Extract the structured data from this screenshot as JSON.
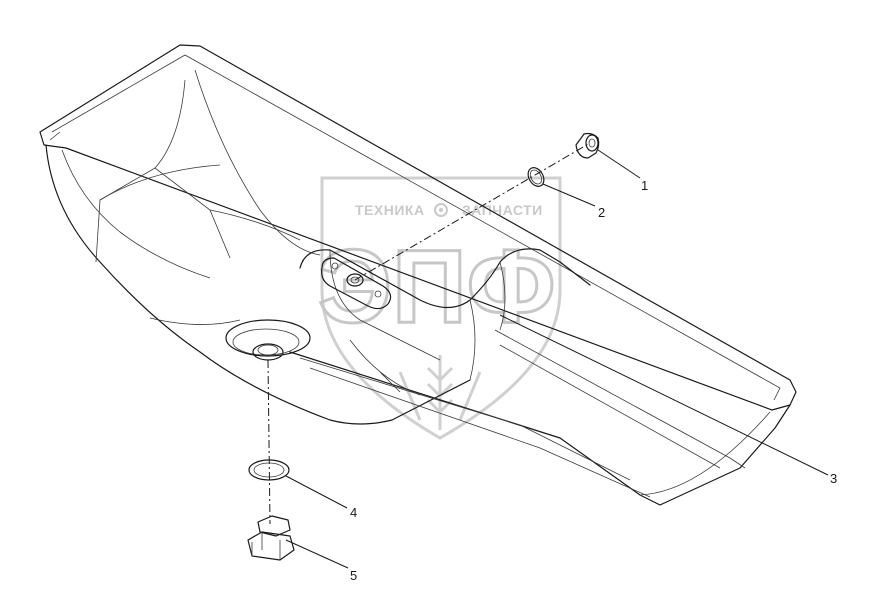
{
  "watermark": {
    "line1": "ТЕХНИКА",
    "line2": "ЗАПЧАСТИ",
    "logo": "ЭПФ",
    "gear_icon": "gear-icon",
    "emblem": "wheat-ear-icon"
  },
  "callouts": [
    {
      "id": "1",
      "label": "1"
    },
    {
      "id": "2",
      "label": "2"
    },
    {
      "id": "3",
      "label": "3"
    },
    {
      "id": "4",
      "label": "4"
    },
    {
      "id": "5",
      "label": "5"
    }
  ],
  "colors": {
    "line": "#1a1a1a",
    "watermark": "#c9c9c9"
  }
}
